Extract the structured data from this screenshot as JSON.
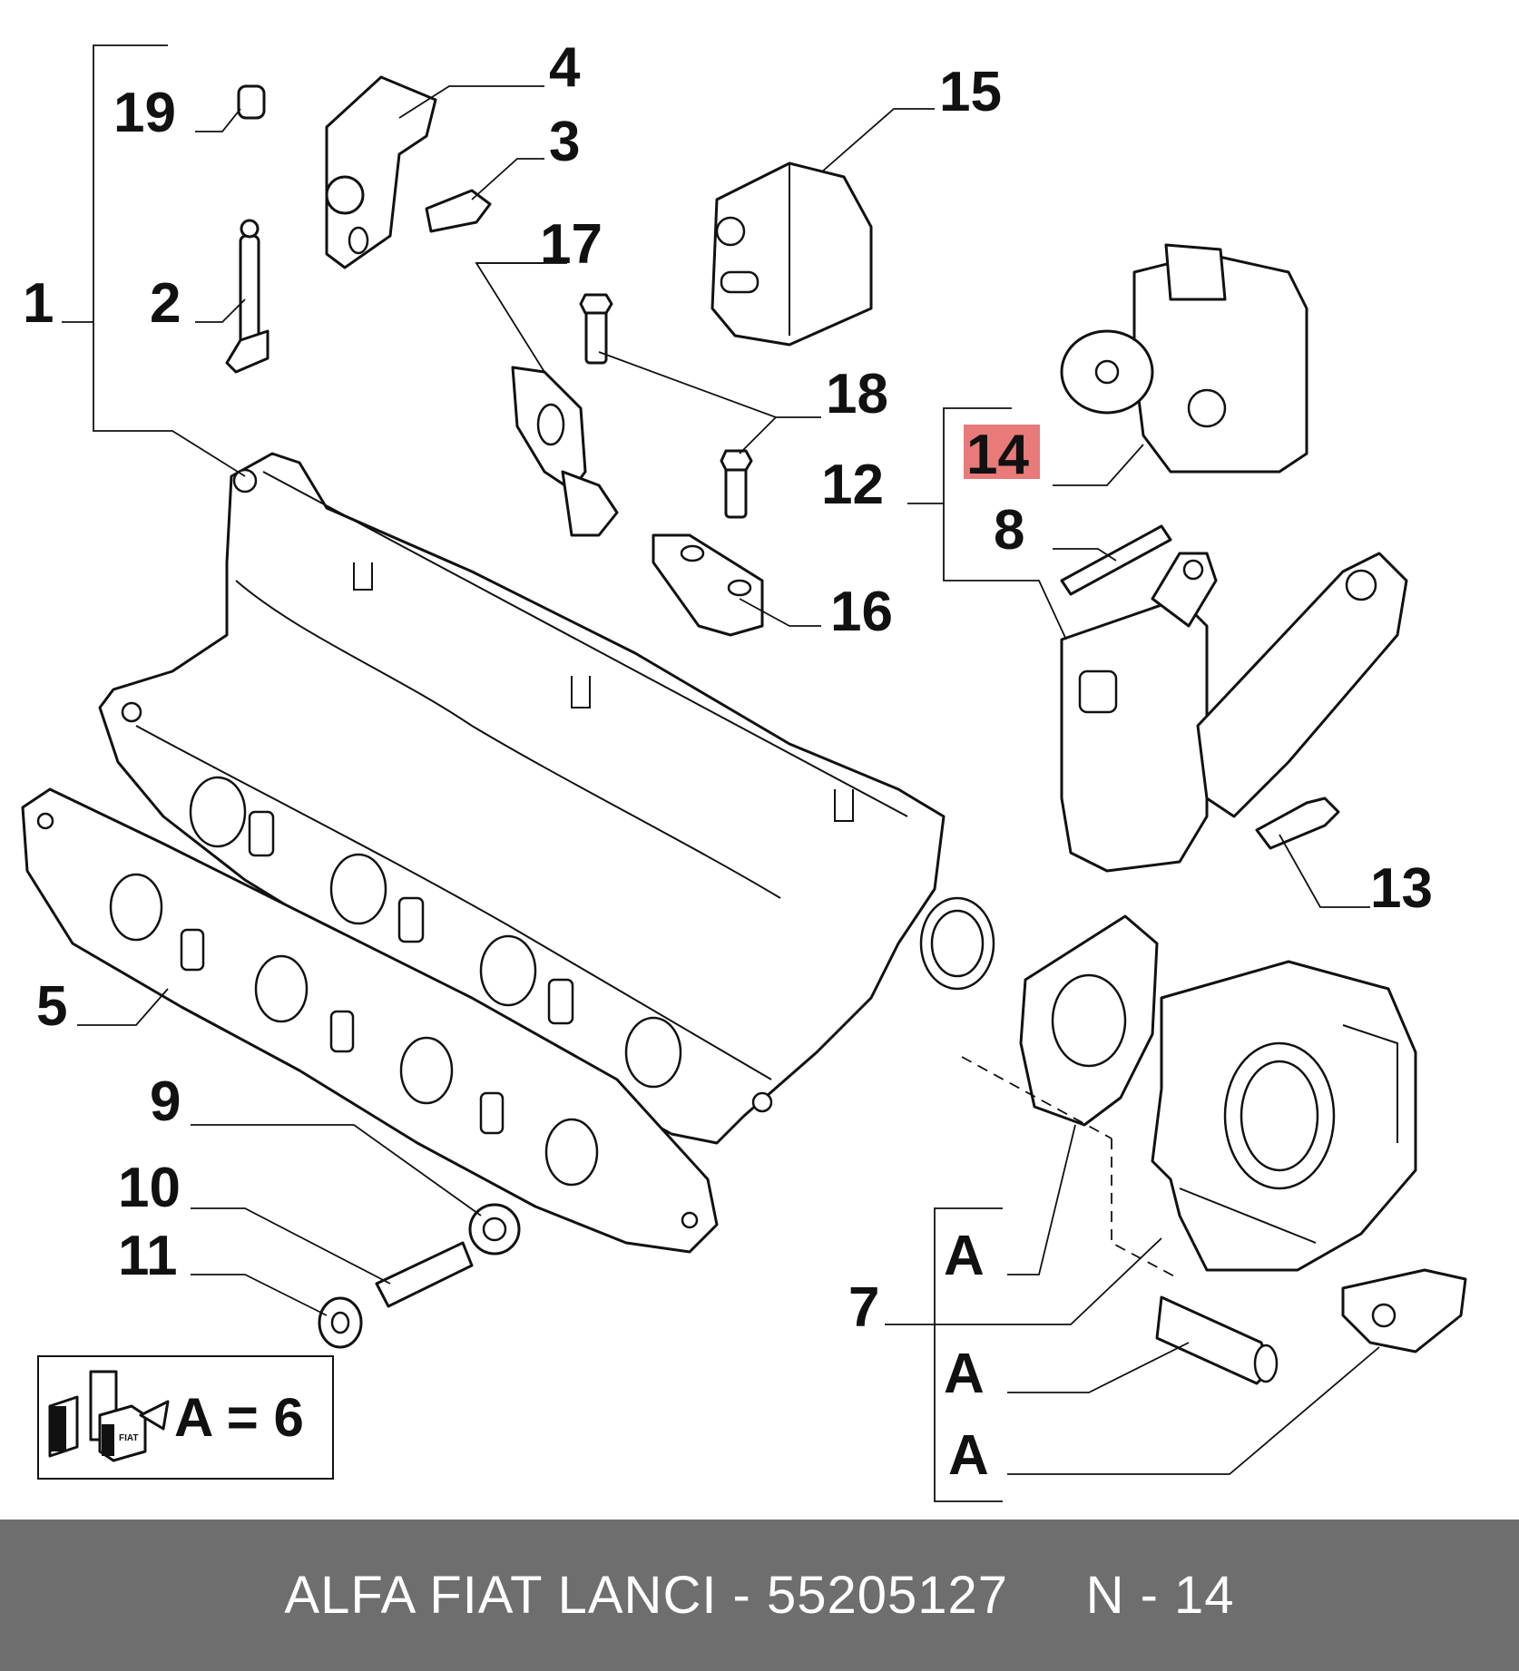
{
  "callouts": {
    "c1": "1",
    "c2": "2",
    "c3": "3",
    "c4": "4",
    "c5": "5",
    "c7": "7",
    "c8": "8",
    "c9": "9",
    "c10": "10",
    "c11": "11",
    "c12": "12",
    "c13": "13",
    "c14": "14",
    "c15": "15",
    "c16": "16",
    "c17": "17",
    "c18": "18",
    "c19": "19",
    "a1": "A",
    "a2": "A",
    "a3": "A"
  },
  "legend": {
    "text": "A = 6",
    "box_text": "FIAT"
  },
  "highlight": {
    "part": "14",
    "color": "#e87a7a"
  },
  "footer": {
    "text": "ALFA FIAT LANCI - 55205127     N - 14"
  },
  "colors": {
    "footer_bg": "#6e6e6e",
    "footer_text": "#ffffff",
    "line": "#111111"
  }
}
